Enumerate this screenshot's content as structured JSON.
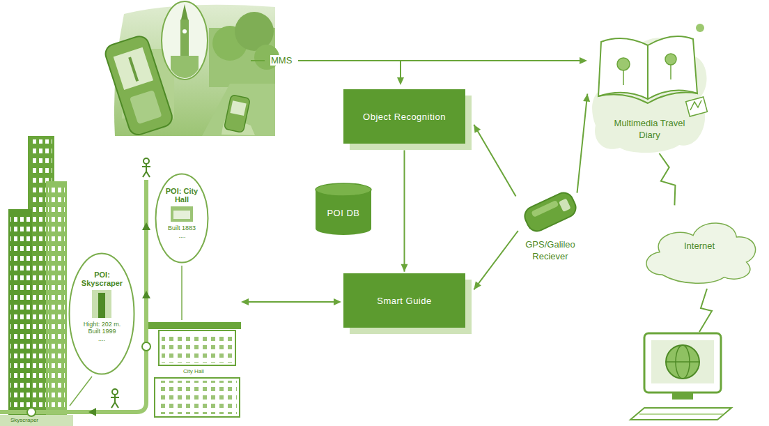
{
  "diagram": {
    "nodes": [
      {
        "text": [
          "Object Recognition"
        ]
      },
      {
        "text": [
          "Multimedia Travel Diary"
        ]
      },
      {
        "text": [
          "POI DB"
        ]
      },
      {
        "text": [
          "GPS/Galileo Reciever"
        ]
      },
      {
        "text": [
          "Internet"
        ]
      },
      {
        "text": [
          "POI: City Hall",
          "Built 1883",
          "...."
        ]
      },
      {
        "text": [
          "Smart Guide"
        ]
      },
      {
        "text": [
          "POI: Skyscraper",
          "Hight: 202 m. Built 1999",
          "...."
        ]
      }
    ],
    "edges": [
      {
        "from": 0,
        "to": 6,
        "arrow": "to"
      },
      {
        "from": 3,
        "to": 0,
        "arrow": "to"
      },
      {
        "from": 3,
        "to": 1,
        "arrow": "to"
      },
      {
        "from": 3,
        "to": 6,
        "arrow": "to"
      },
      {
        "from": 4,
        "to": 1,
        "arrow": "none"
      }
    ],
    "labels": [
      "MMS",
      "City Hall",
      "Skyscraper"
    ]
  }
}
